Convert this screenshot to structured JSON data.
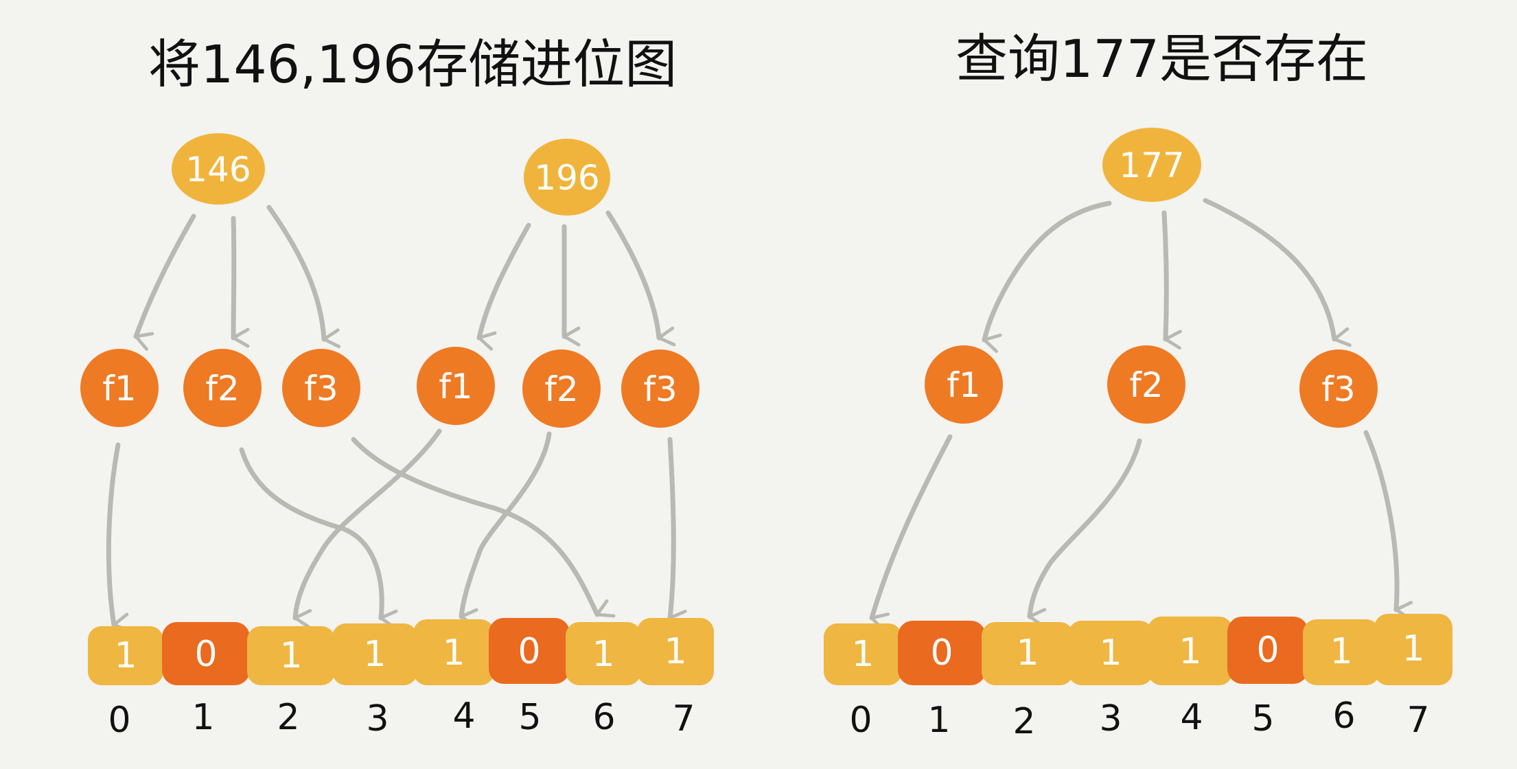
{
  "colors": {
    "background": "#f3f3ef",
    "input_node": "#f0b43c",
    "hash_node": "#ee7a24",
    "bit_one": "#efb641",
    "bit_zero": "#ea6a1f",
    "arrow": "#b9b9b3",
    "text_dark": "#111111",
    "text_light": "#ffffff"
  },
  "panels": {
    "left": {
      "title": "将146,196存储进位图",
      "inputs": [
        "146",
        "196"
      ],
      "hash_labels": [
        "f1",
        "f2",
        "f3",
        "f1",
        "f2",
        "f3"
      ],
      "bits": [
        "1",
        "0",
        "1",
        "1",
        "1",
        "0",
        "1",
        "1"
      ],
      "indices": [
        "0",
        "1",
        "2",
        "3",
        "4",
        "5",
        "6",
        "7"
      ]
    },
    "right": {
      "title": "查询177是否存在",
      "inputs": [
        "177"
      ],
      "hash_labels": [
        "f1",
        "f2",
        "f3"
      ],
      "bits": [
        "1",
        "0",
        "1",
        "1",
        "1",
        "0",
        "1",
        "1"
      ],
      "indices": [
        "0",
        "1",
        "2",
        "3",
        "4",
        "5",
        "6",
        "7"
      ]
    }
  }
}
